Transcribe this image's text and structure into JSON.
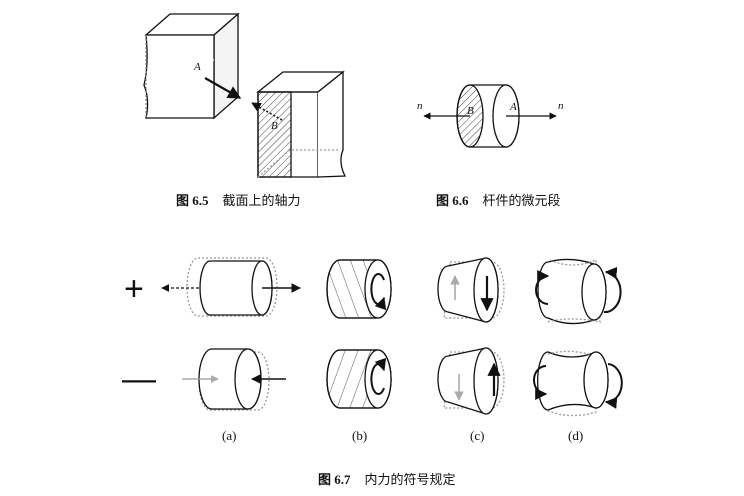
{
  "fig65": {
    "number": "图 6.5",
    "title": "截面上的轴力",
    "label_a": "A",
    "label_b": "B"
  },
  "fig66": {
    "number": "图 6.6",
    "title": "杆件的微元段",
    "label_n_left": "n",
    "label_n_right": "n",
    "label_b": "B",
    "label_a": "A"
  },
  "fig67": {
    "number": "图 6.7",
    "title": "内力的符号规定",
    "sign_positive": "+",
    "sign_negative": "—",
    "sublabels": [
      "(a)",
      "(b)",
      "(c)",
      "(d)"
    ]
  },
  "colors": {
    "ink": "#111111",
    "hatch": "#555555",
    "ghost": "#9a9a9a"
  }
}
